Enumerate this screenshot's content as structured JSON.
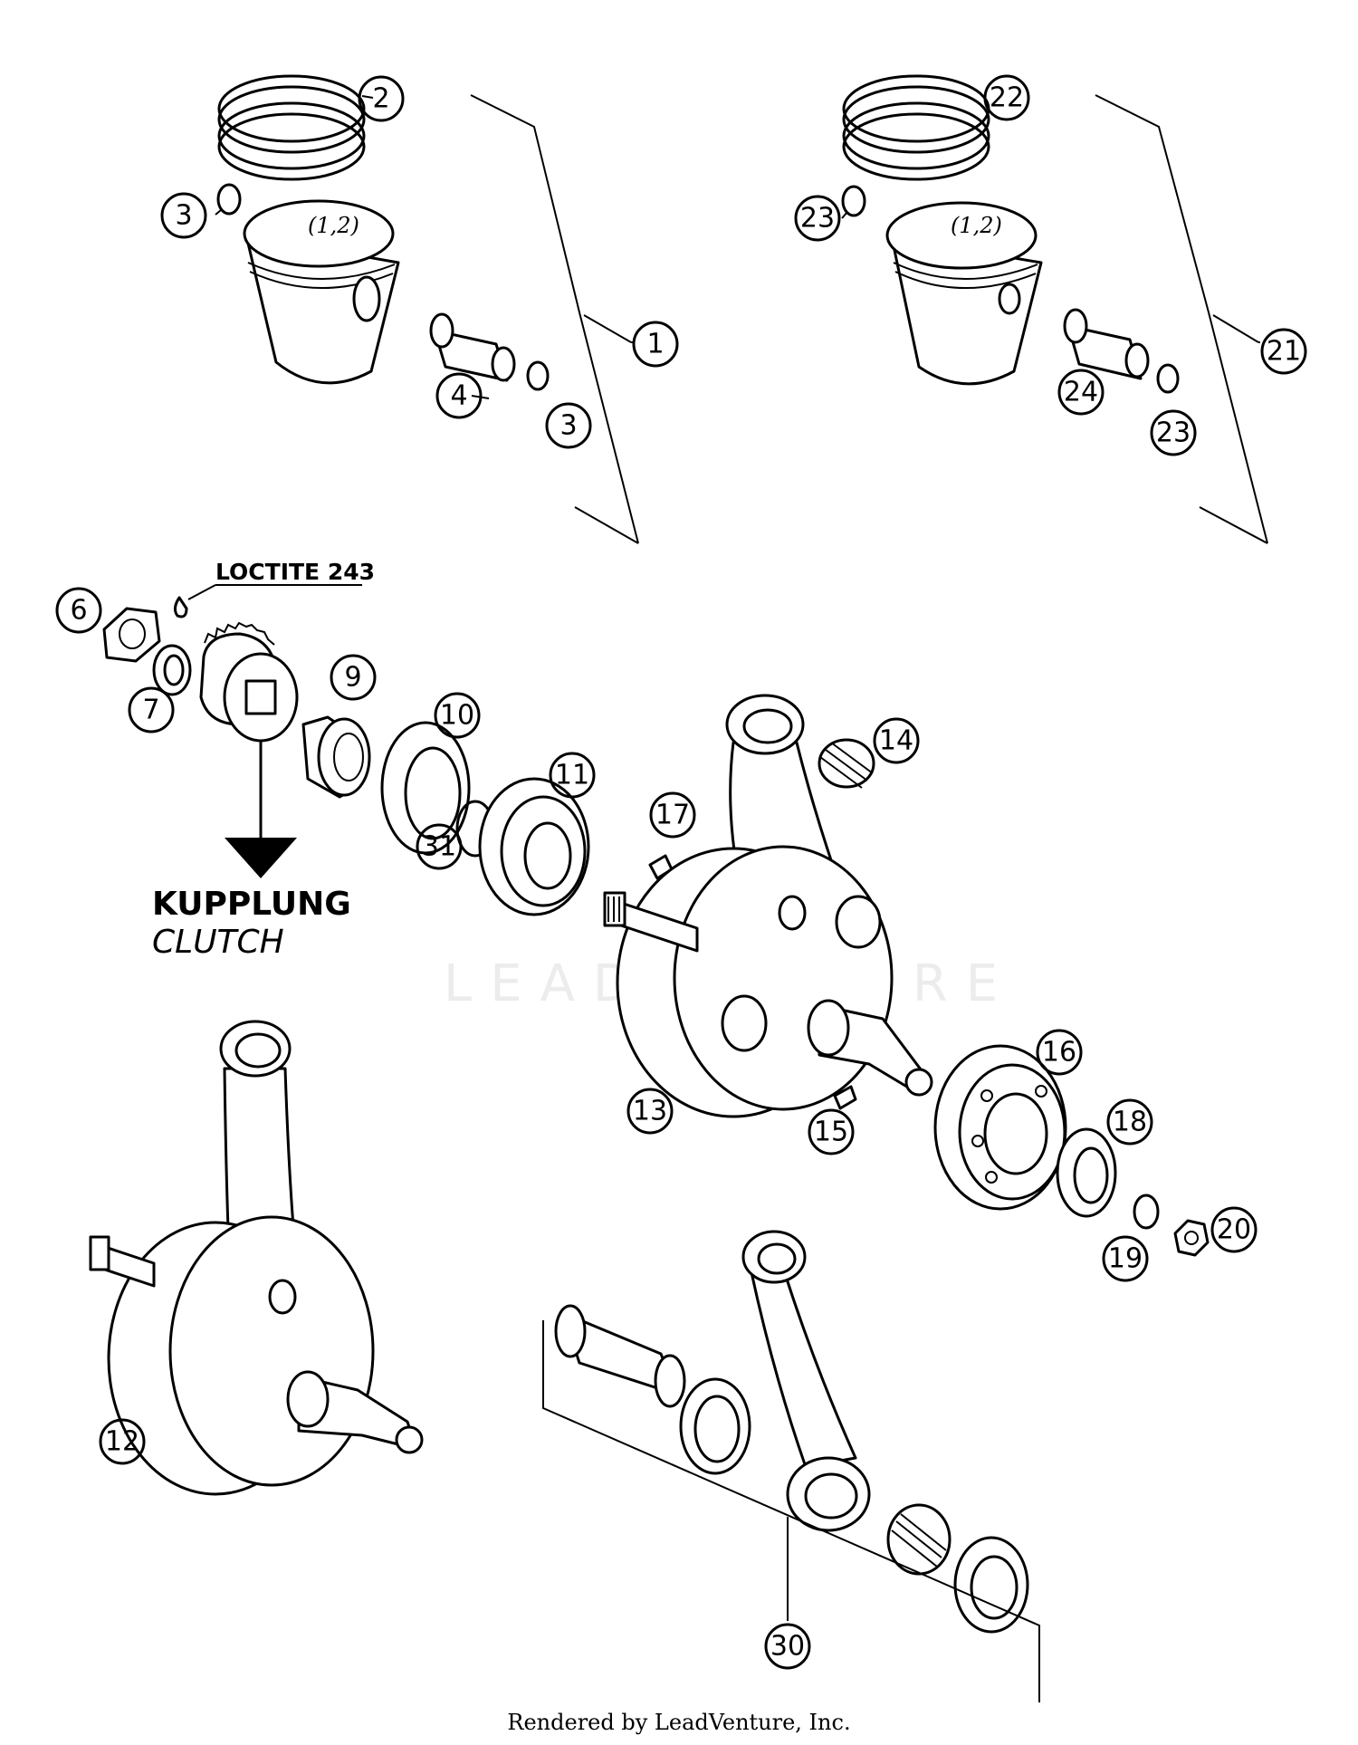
{
  "diagram": {
    "loctite_label": "LOCTITE 243",
    "clutch_label_de": "KUPPLUNG",
    "clutch_label_en": "CLUTCH",
    "piston_mark": "(1,2)",
    "watermark": "LEADVENTURE",
    "footer": "Rendered by LeadVenture, Inc."
  },
  "callouts": [
    "1",
    "2",
    "3",
    "3",
    "4",
    "6",
    "7",
    "9",
    "10",
    "11",
    "12",
    "13",
    "14",
    "15",
    "16",
    "17",
    "18",
    "19",
    "20",
    "21",
    "22",
    "23",
    "23",
    "24",
    "30",
    "31"
  ]
}
